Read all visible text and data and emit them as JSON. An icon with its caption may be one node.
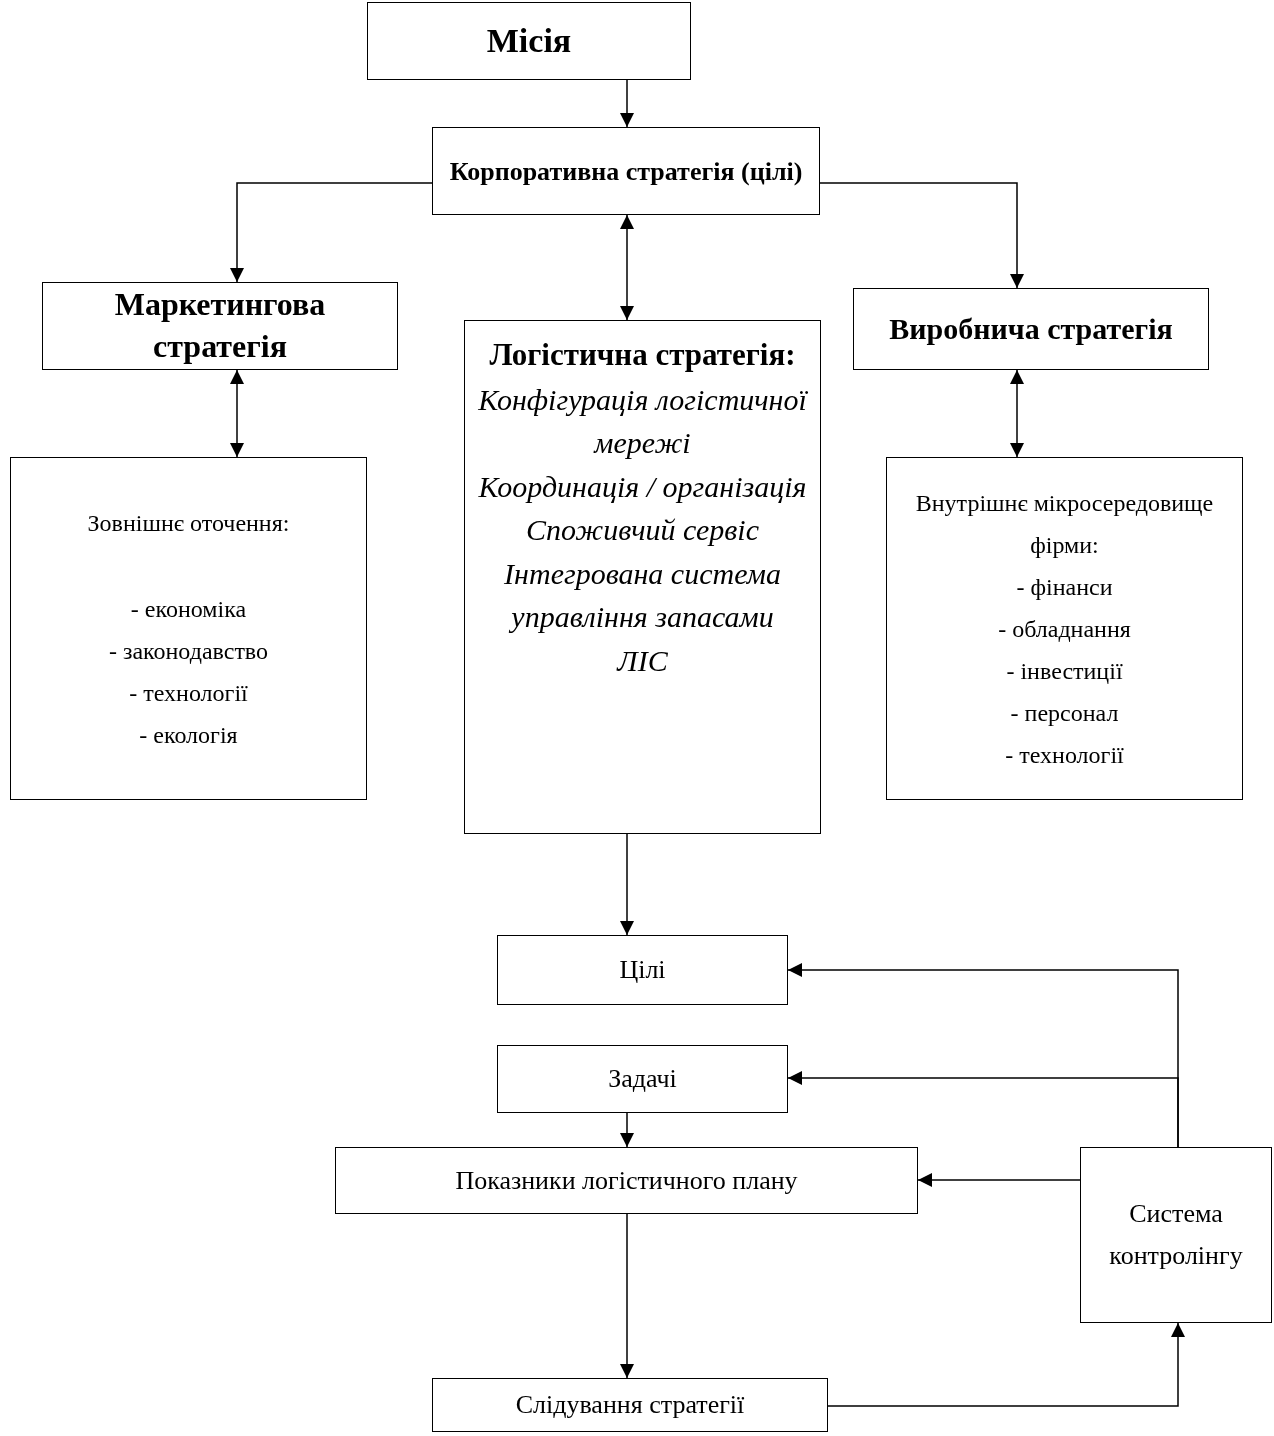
{
  "diagram": {
    "nodes": [
      {
        "text": [
          "Місія"
        ]
      },
      {
        "text": [
          "Корпоративна стратегія (цілі)"
        ]
      },
      {
        "text": [
          "Маркетингова стратегія"
        ]
      },
      {
        "text": [
          "Логістична стратегія:",
          "Конфігурація логістичної мережі",
          "Координація / організація",
          "Споживчий сервіс",
          "Інтегрована система управління запасами",
          "ЛІС"
        ]
      },
      {
        "text": [
          "Виробнича стратегія"
        ]
      },
      {
        "text": [
          "Зовнішнє оточення:",
          "- економіка",
          "- законодавство",
          "- технології",
          "- екологія"
        ]
      },
      {
        "text": [
          "Внутрішнє мікросередовище фірми:",
          "- фінанси",
          "- обладнання",
          "- інвестиції",
          "- персонал",
          "- технології"
        ]
      },
      {
        "text": [
          "Цілі"
        ]
      },
      {
        "text": [
          "Задачі"
        ]
      },
      {
        "text": [
          "Показники логістичного плану"
        ]
      },
      {
        "text": [
          "Система контролінгу"
        ]
      },
      {
        "text": [
          "Слідування стратегії"
        ]
      }
    ],
    "edges": [
      {
        "from": 0,
        "to": 1,
        "arrow": "to"
      },
      {
        "from": 1,
        "to": 2,
        "arrow": "to"
      },
      {
        "from": 1,
        "to": 3,
        "arrow": "both"
      },
      {
        "from": 1,
        "to": 4,
        "arrow": "to"
      },
      {
        "from": 2,
        "to": 5,
        "arrow": "both"
      },
      {
        "from": 4,
        "to": 6,
        "arrow": "both"
      },
      {
        "from": 3,
        "to": 7,
        "arrow": "to"
      },
      {
        "from": 10,
        "to": 7,
        "arrow": "to"
      },
      {
        "from": 10,
        "to": 8,
        "arrow": "to"
      },
      {
        "from": 10,
        "to": 9,
        "arrow": "to"
      },
      {
        "from": 8,
        "to": 9,
        "arrow": "to"
      },
      {
        "from": 9,
        "to": 11,
        "arrow": "to"
      },
      {
        "from": 11,
        "to": 10,
        "arrow": "to"
      }
    ]
  }
}
